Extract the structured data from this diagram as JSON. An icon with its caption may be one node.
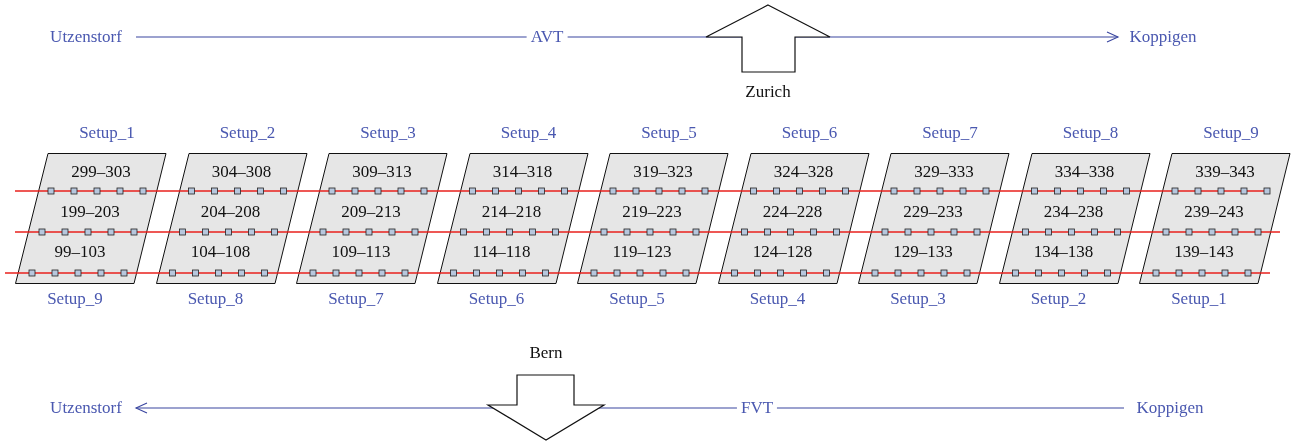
{
  "diagram": {
    "nodes": [
      {
        "text": [
          "Utzenstorf"
        ]
      },
      {
        "text": [
          "Koppigen"
        ]
      },
      {
        "text": [
          "299–303",
          "199–203",
          "99–103"
        ],
        "beside": [
          "Setup_1",
          "Setup_9"
        ]
      },
      {
        "text": [
          "304–308",
          "204–208",
          "104–108"
        ],
        "beside": [
          "Setup_2",
          "Setup_8"
        ]
      },
      {
        "text": [
          "309–313",
          "209–213",
          "109–113"
        ],
        "beside": [
          "Setup_3",
          "Setup_7"
        ]
      },
      {
        "text": [
          "314–318",
          "214–218",
          "114–118"
        ],
        "beside": [
          "Setup_4",
          "Setup_6"
        ]
      },
      {
        "text": [
          "319–323",
          "219–223",
          "119–123"
        ],
        "beside": [
          "Setup_5",
          "Setup_5"
        ]
      },
      {
        "text": [
          "324–328",
          "224–228",
          "124–128"
        ],
        "beside": [
          "Setup_6",
          "Setup_4"
        ]
      },
      {
        "text": [
          "329–333",
          "229–233",
          "129–133"
        ],
        "beside": [
          "Setup_7",
          "Setup_3"
        ]
      },
      {
        "text": [
          "334–338",
          "234–238",
          "134–138"
        ],
        "beside": [
          "Setup_8",
          "Setup_2"
        ]
      },
      {
        "text": [
          "339–343",
          "239–243",
          "139–143"
        ],
        "beside": [
          "Setup_9",
          "Setup_1"
        ]
      },
      {
        "text": [
          "Utzenstorf"
        ]
      },
      {
        "text": [
          "Koppigen"
        ]
      }
    ],
    "edges": [
      {
        "from": 0,
        "to": 1,
        "arrow": "to",
        "label": "AVT"
      },
      {
        "from": 12,
        "to": 11,
        "arrow": "to",
        "label": "FVT"
      }
    ],
    "labels": [
      "Zurich",
      "Bern"
    ]
  }
}
